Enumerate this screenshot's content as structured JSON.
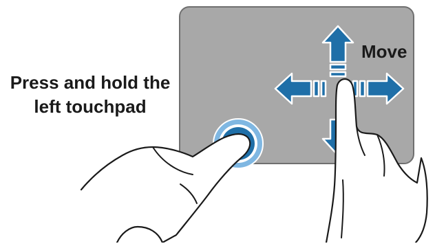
{
  "labels": {
    "instruction_line1": "Press and hold the",
    "instruction_line2": "left touchpad",
    "move": "Move"
  },
  "colors": {
    "touchpad_fill": "#a8a8a8",
    "touchpad_border": "#6f6f6f",
    "arrow_blue": "#1f6fa8",
    "tap_outer": "#7fb7e2",
    "tap_inner": "#1f6fa8",
    "hand_fill": "#ffffff",
    "hand_stroke": "#1a1a1a"
  },
  "icons": {
    "press_point": "tap-circle-icon",
    "move_gesture": "four-way-arrow-icon"
  }
}
